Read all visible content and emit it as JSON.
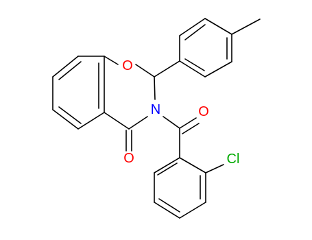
{
  "colors": {
    "bond": "#000000",
    "oxygen": "#ff0000",
    "nitrogen": "#0000ff",
    "chlorine": "#00aa00"
  },
  "atoms": {
    "ring_oxygen": "O",
    "ring_nitrogen": "N",
    "lactam_oxygen": "O",
    "benzoyl_oxygen": "O",
    "chlorine": "Cl"
  }
}
